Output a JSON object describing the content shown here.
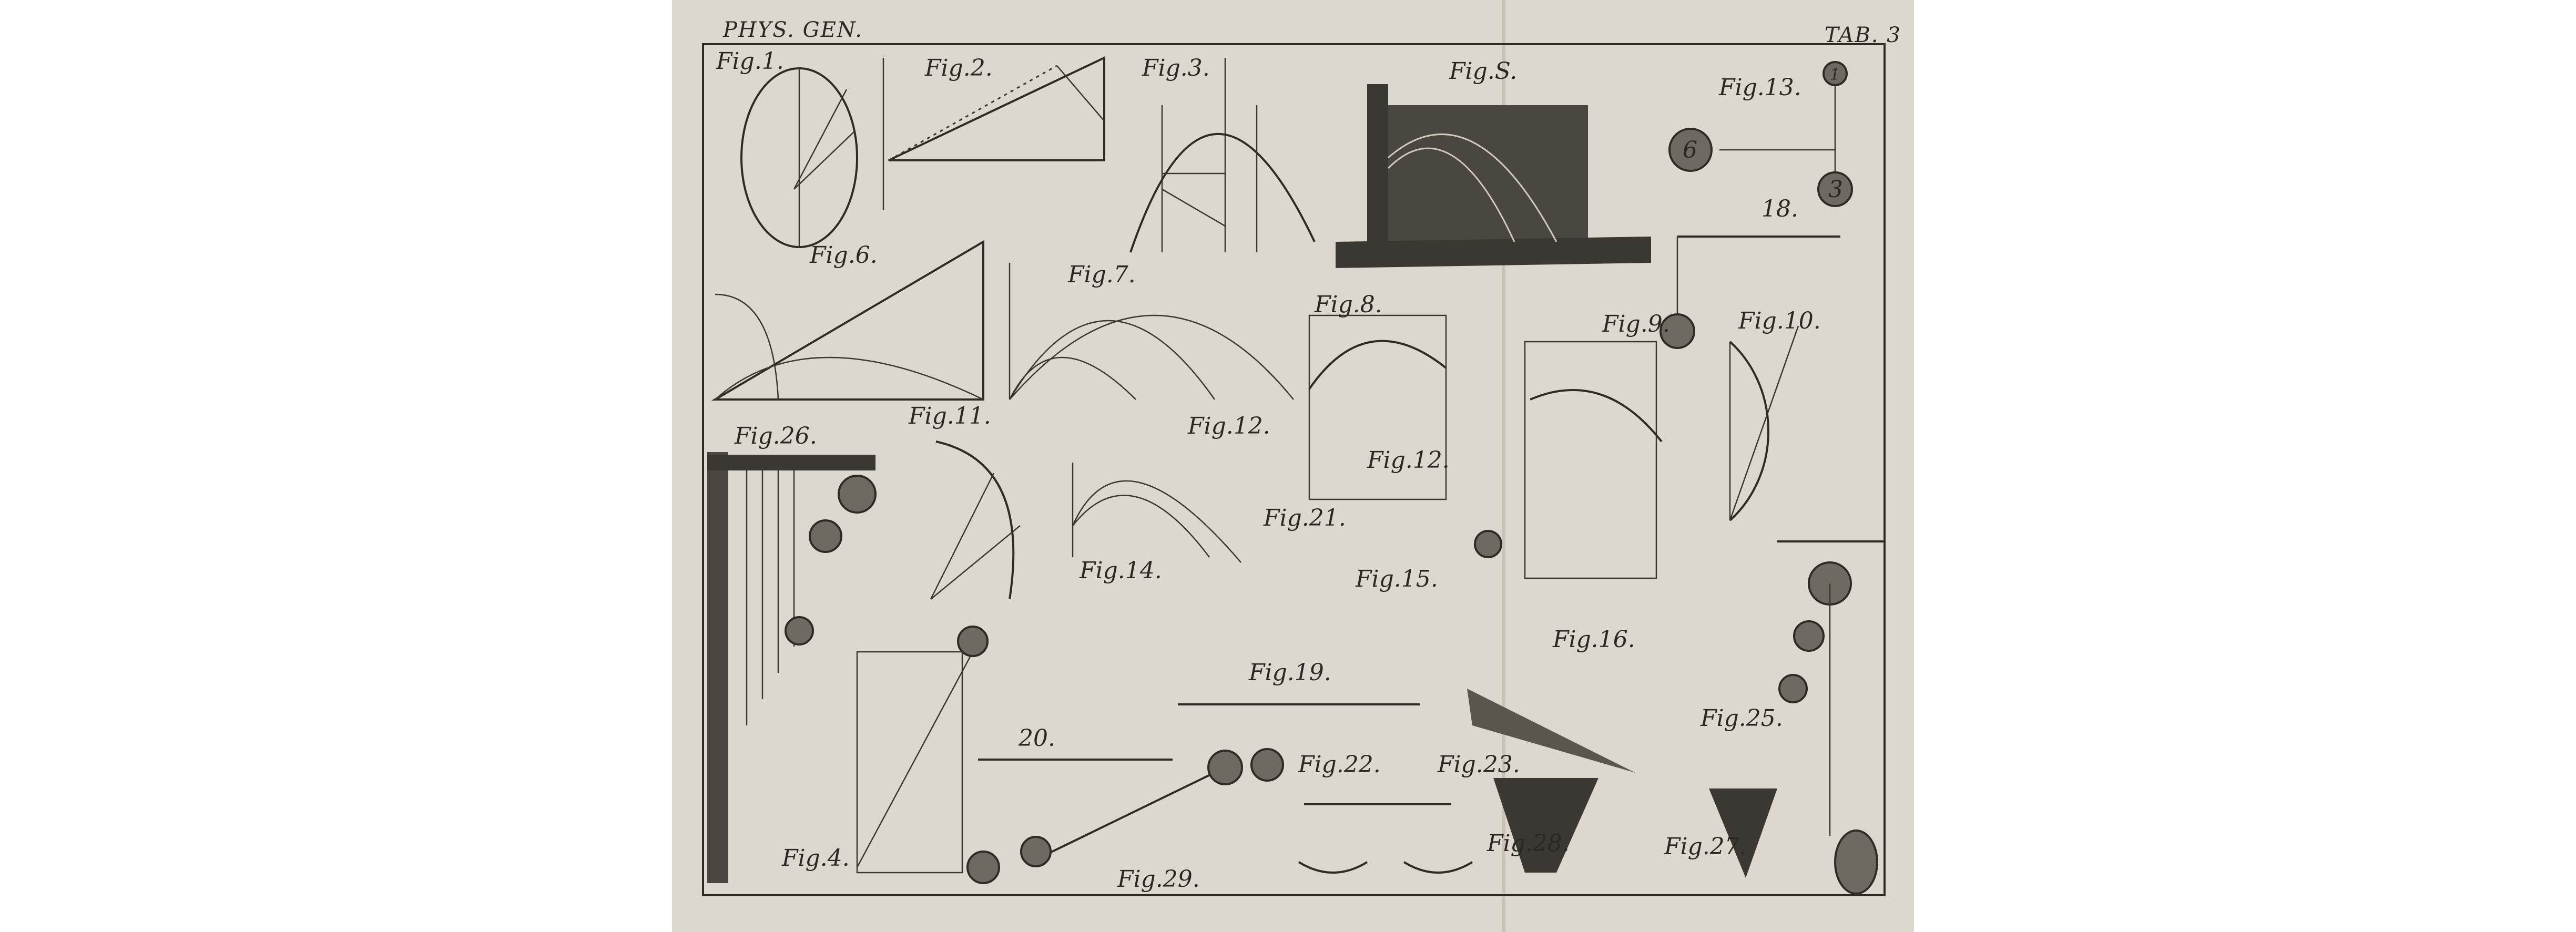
{
  "plate": {
    "header_left": "PHYS. GEN.",
    "header_right": "TAB. 3",
    "paper_color": "#dcd8cd",
    "ink_color": "#2e2b26",
    "figures": [
      "Fig.1.",
      "Fig.2.",
      "Fig.3.",
      "Fig.S.",
      "Fig.13.",
      "18.",
      "Fig.6.",
      "Fig.7.",
      "Fig.8.",
      "Fig.9.",
      "Fig.10.",
      "Fig.26.",
      "Fig.11.",
      "Fig.12.",
      "Fig.12.",
      "Fig.21.",
      "Fig.14.",
      "Fig.15.",
      "Fig.16.",
      "Fig.19.",
      "Fig.25.",
      "20.",
      "Fig.22.",
      "Fig.23.",
      "Fig.28.",
      "Fig.27.",
      "Fig.4.",
      "Fig.29."
    ],
    "ball_numbers": [
      "6",
      "3",
      "1"
    ]
  }
}
